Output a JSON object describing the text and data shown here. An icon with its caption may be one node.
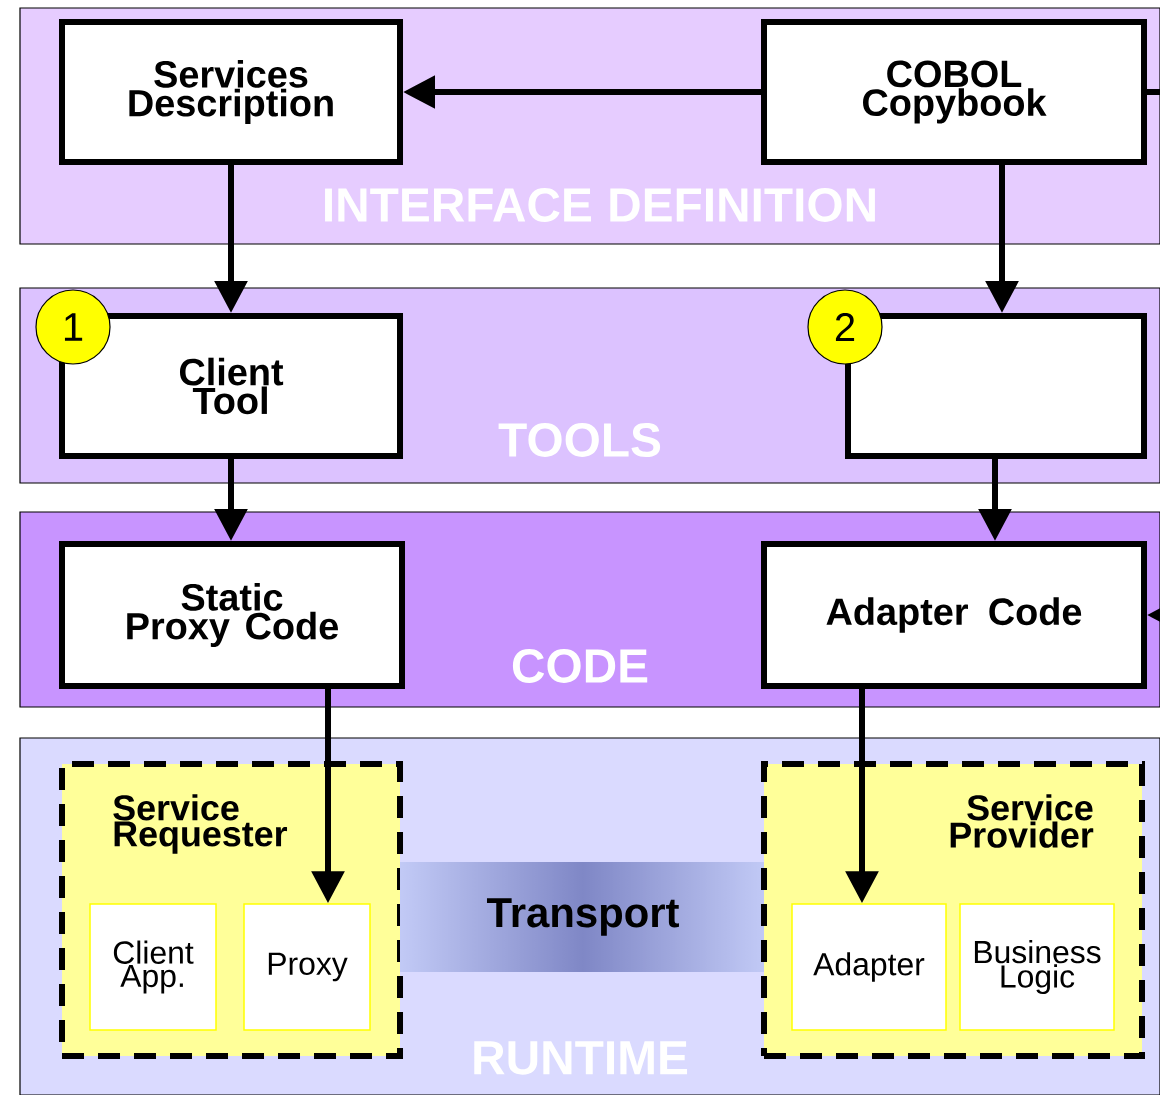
{
  "diagram": {
    "nodes": [
      {
        "text": [
          "INTERFACE DEFINITION"
        ]
      },
      {
        "text": [
          "Services Description"
        ],
        "in": 0
      },
      {
        "text": [
          "COBOL Copybook"
        ],
        "in": 0
      },
      {
        "text": [
          "TOOLS"
        ]
      },
      {
        "text": [
          "Client Tool"
        ],
        "in": 3
      },
      {
        "text": [],
        "shape": "box",
        "in": 3
      },
      {
        "text": [
          "CODE"
        ]
      },
      {
        "text": [
          "Static Proxy Code"
        ],
        "in": 6
      },
      {
        "text": [
          "Adapter Code"
        ],
        "in": 6
      },
      {
        "text": [
          "RUNTIME"
        ]
      },
      {
        "text": [
          "Service Requester"
        ],
        "in": 9
      },
      {
        "text": [
          "Client App."
        ],
        "in": 10
      },
      {
        "text": [
          "Proxy"
        ],
        "in": 10
      },
      {
        "text": [
          "Transport"
        ],
        "in": 9
      },
      {
        "text": [
          "Service Provider"
        ],
        "in": 9
      },
      {
        "text": [
          "Adapter"
        ],
        "in": 14
      },
      {
        "text": [
          "Business Logic"
        ],
        "in": 14
      },
      {
        "text": [
          "1"
        ],
        "in": 3
      },
      {
        "text": [
          "2"
        ],
        "in": 3
      }
    ],
    "edges": [
      {
        "from": 2,
        "to": 1,
        "arrow": "to"
      },
      {
        "from": 1,
        "to": 4,
        "arrow": "to"
      },
      {
        "from": 2,
        "to": 5,
        "arrow": "to"
      },
      {
        "from": 4,
        "to": 7,
        "arrow": "to"
      },
      {
        "from": 5,
        "to": 8,
        "arrow": "to"
      },
      {
        "from": 7,
        "to": 12,
        "arrow": "to"
      },
      {
        "from": 8,
        "to": 15,
        "arrow": "to"
      },
      {
        "from": 2,
        "to": null,
        "arrow": "none"
      },
      {
        "from": null,
        "to": 8,
        "arrow": "to"
      }
    ]
  }
}
